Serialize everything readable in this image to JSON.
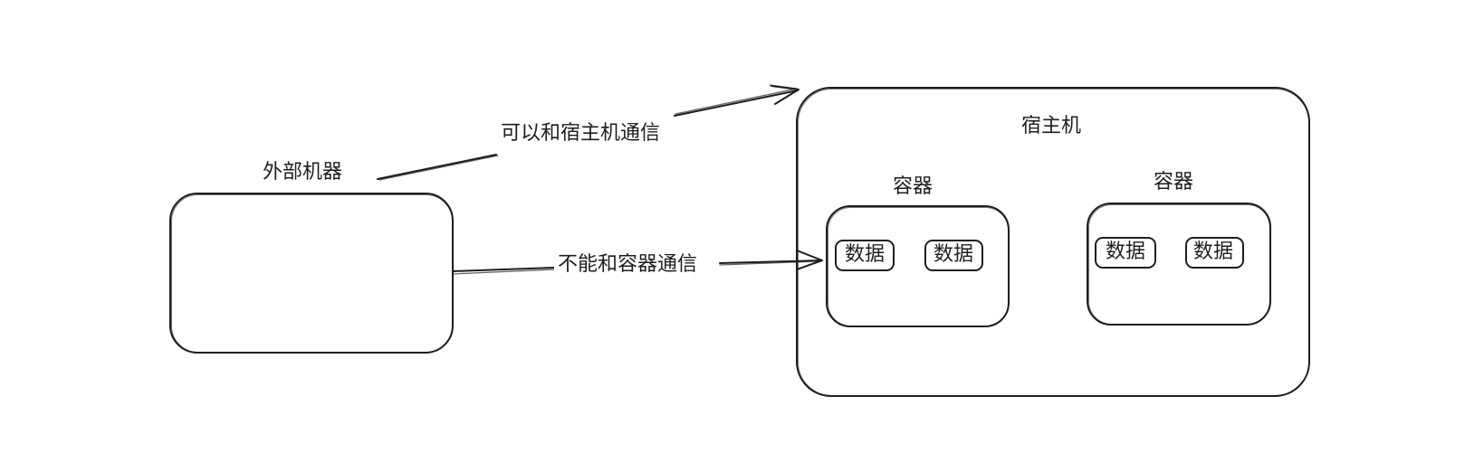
{
  "diagram": {
    "external_machine": {
      "label": "外部机器"
    },
    "host": {
      "label": "宿主机",
      "containers": [
        {
          "label": "容器",
          "data": [
            "数据",
            "数据"
          ]
        },
        {
          "label": "容器",
          "data": [
            "数据",
            "数据"
          ]
        }
      ]
    },
    "edges": {
      "to_host": "可以和宿主机通信",
      "to_container": "不能和容器通信"
    },
    "colors": {
      "stroke": "#1e1e1e",
      "background": "#ffffff"
    }
  }
}
